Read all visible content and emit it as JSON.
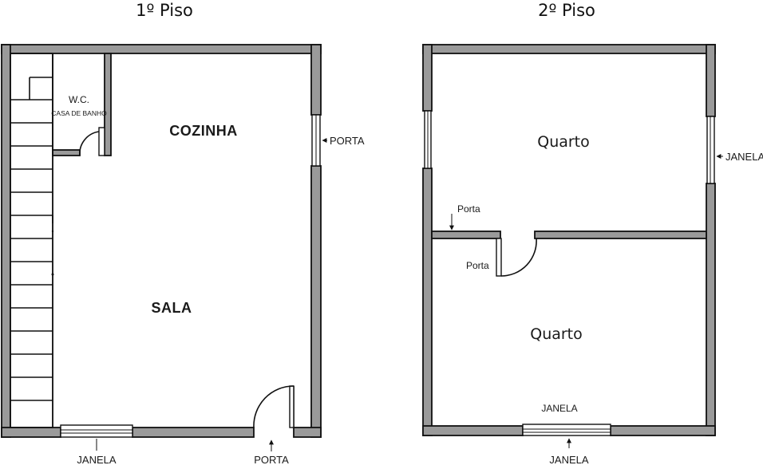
{
  "floor1": {
    "title": "1º Piso",
    "rooms": {
      "wc": "W.C.",
      "wc_sub": "CASA DE BANHO",
      "kitchen": "COZINHA",
      "living": "SALA"
    },
    "labels": {
      "door_right": "PORTA",
      "window_bottom": "JANELA",
      "door_bottom": "PORTA"
    }
  },
  "floor2": {
    "title": "2º Piso",
    "rooms": {
      "top": "Quarto",
      "bottom": "Quarto"
    },
    "labels": {
      "window_right": "JANELA",
      "door_top": "Porta",
      "door_mid": "Porta",
      "window_inner": "JANELA",
      "window_bottom": "JANELA"
    }
  }
}
